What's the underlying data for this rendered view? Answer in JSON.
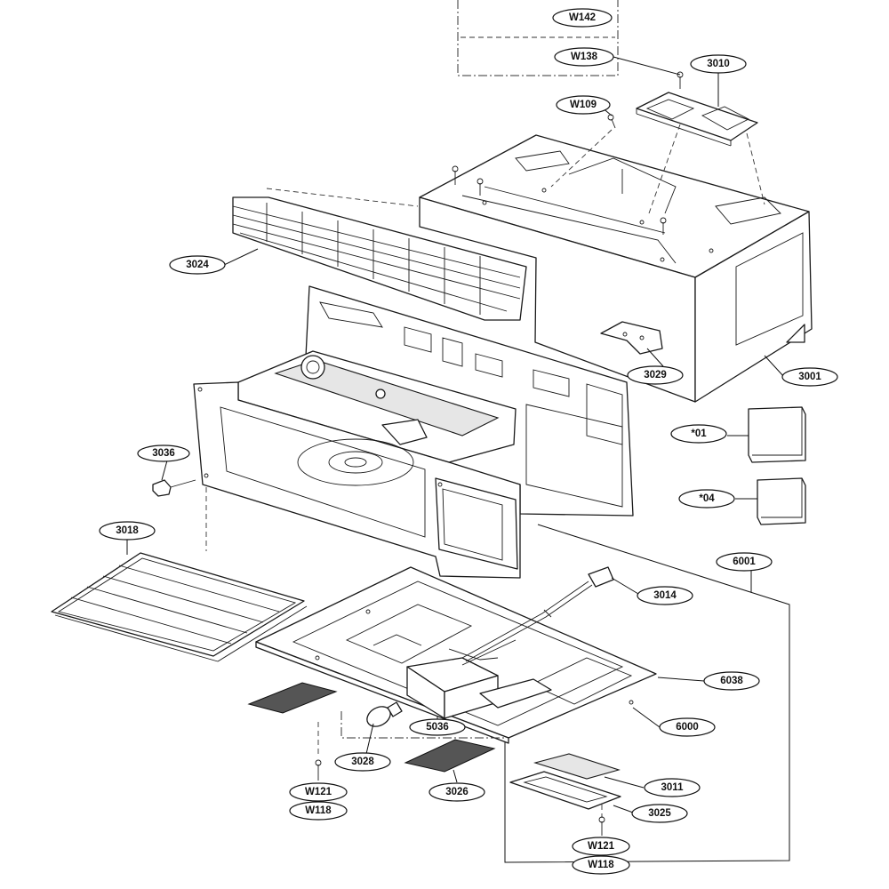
{
  "diagram": {
    "callouts": {
      "w142": "W142",
      "w138": "W138",
      "p3010": "3010",
      "w109": "W109",
      "p3024": "3024",
      "p3029": "3029",
      "p3001": "3001",
      "p01": "*01",
      "p04": "*04",
      "p3036": "3036",
      "p3018": "3018",
      "p6001": "6001",
      "p3014": "3014",
      "p6038": "6038",
      "p6000": "6000",
      "p5036": "5036",
      "p3028": "3028",
      "w121a": "W121",
      "w118a": "W118",
      "p3026": "3026",
      "p3011": "3011",
      "p3025": "3025",
      "w121b": "W121",
      "w118b": "W118"
    }
  }
}
